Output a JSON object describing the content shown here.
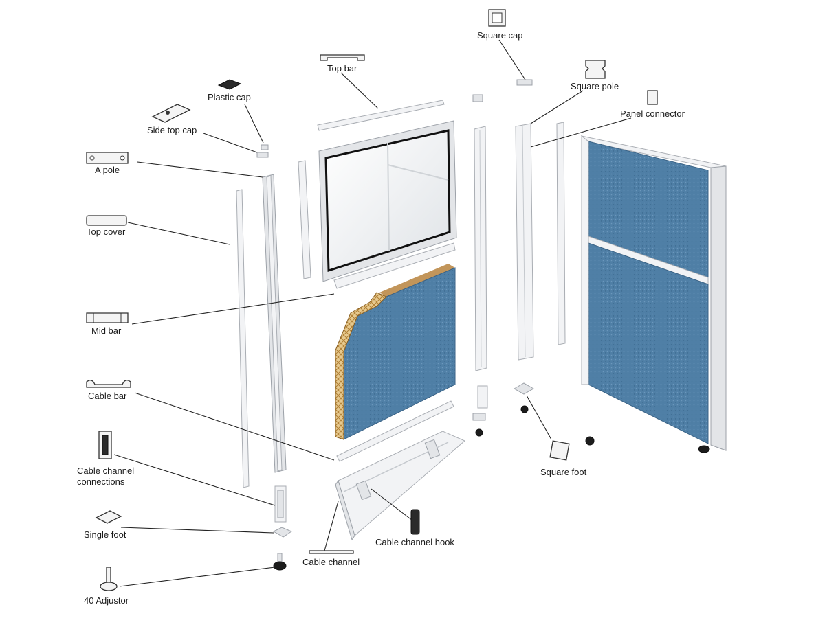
{
  "labels": {
    "square_cap": "Square cap",
    "top_bar": "Top bar",
    "plastic_cap": "Plastic cap",
    "square_pole": "Square pole",
    "panel_connector": "Panel connector",
    "side_top_cap": "Side top cap",
    "a_pole": "A pole",
    "top_cover": "Top cover",
    "mid_bar": "Mid bar",
    "cable_bar": "Cable bar",
    "cable_channel_connections_1": "Cable channel",
    "cable_channel_connections_2": "connections",
    "single_foot": "Single foot",
    "forty_adjustor": "40 Adjustor",
    "cable_channel": "Cable channel",
    "cable_channel_hook": "Cable channel hook",
    "square_foot": "Square foot"
  },
  "colors": {
    "fabric": "#4f7fa6",
    "fabric_dark": "#3f6f97",
    "aluminum": "#f2f3f5",
    "honeycomb": "#c79a4e",
    "glass": "#f6f7f8",
    "lead_line": "#222222"
  }
}
